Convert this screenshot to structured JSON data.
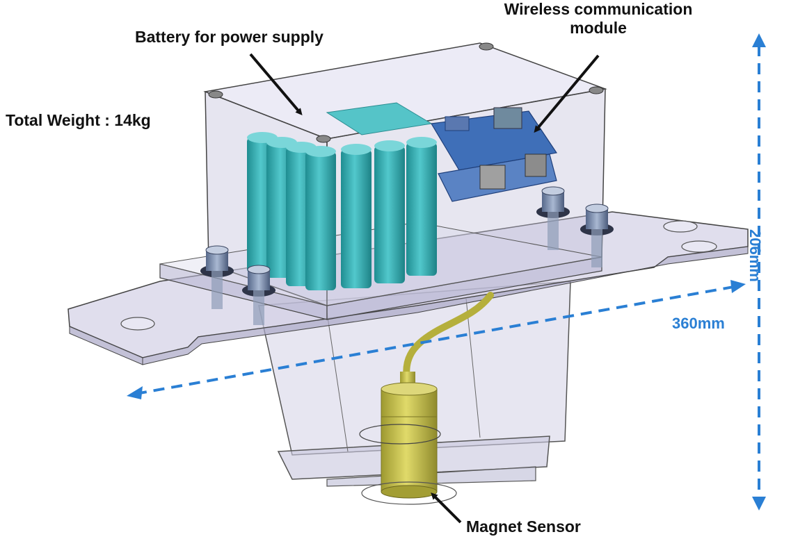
{
  "labels": {
    "wireless_line1": "Wireless communication",
    "wireless_line2": "module",
    "battery": "Battery for power supply",
    "total_weight": "Total Weight : 14kg",
    "magnet_sensor": "Magnet Sensor"
  },
  "dimensions": {
    "length": "360mm",
    "height": "206mm"
  },
  "colors": {
    "dimension_arrow": "#2a7fd4",
    "battery_cell": "#3fb8bc",
    "pcb": "#3f6fb8",
    "sensor": "#c9c24a",
    "housing": "#c9c8e0",
    "bolt": "#7d8fae"
  }
}
